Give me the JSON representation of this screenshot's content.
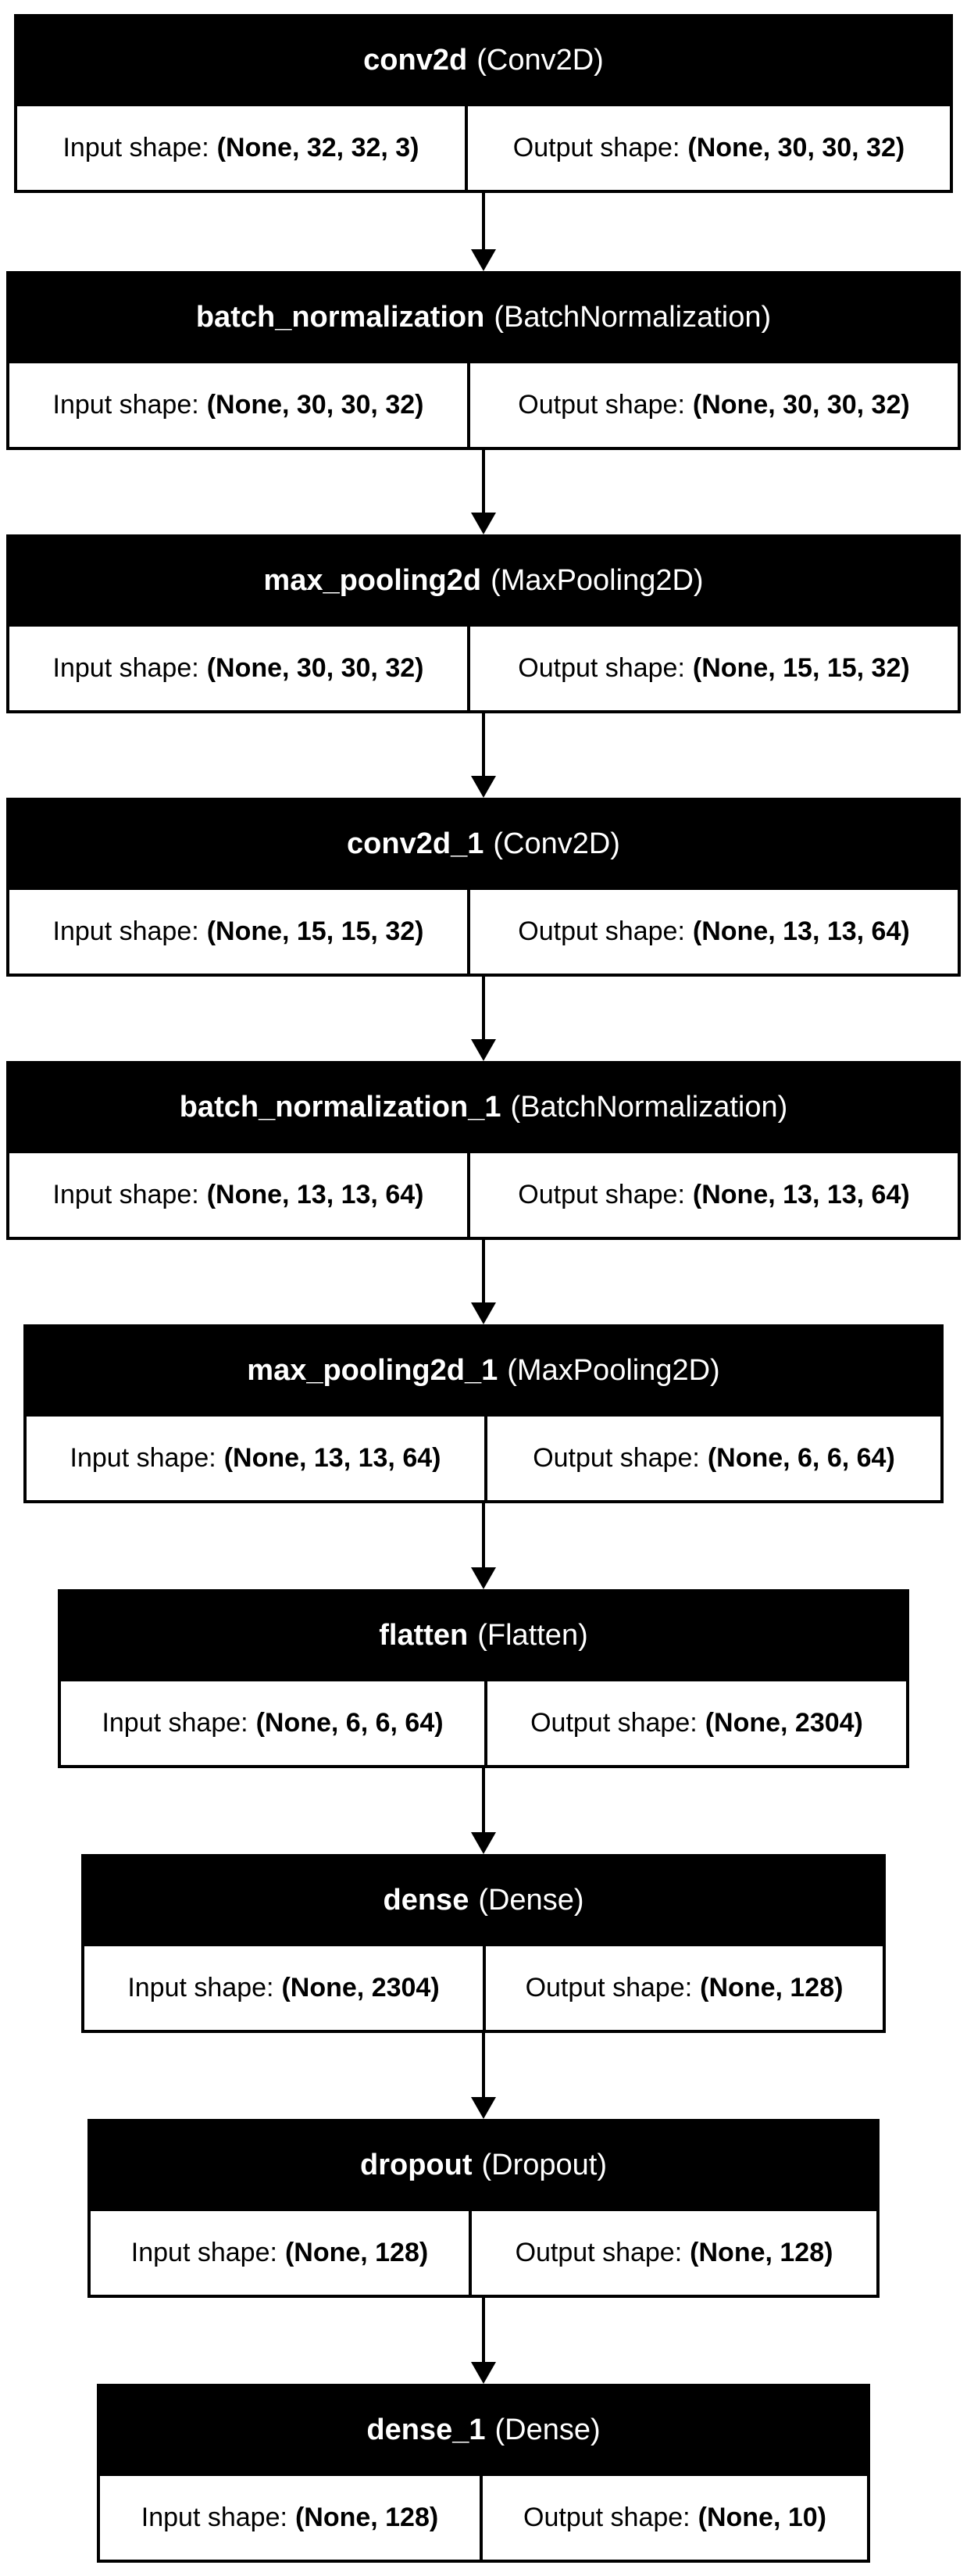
{
  "diagram": {
    "input_label": "Input shape:",
    "output_label": "Output shape:",
    "layers": [
      {
        "name": "conv2d",
        "type": "(Conv2D)",
        "input_shape": "(None, 32, 32, 3)",
        "output_shape": "(None, 30, 30, 32)"
      },
      {
        "name": "batch_normalization",
        "type": "(BatchNormalization)",
        "input_shape": "(None, 30, 30, 32)",
        "output_shape": "(None, 30, 30, 32)"
      },
      {
        "name": "max_pooling2d",
        "type": "(MaxPooling2D)",
        "input_shape": "(None, 30, 30, 32)",
        "output_shape": "(None, 15, 15, 32)"
      },
      {
        "name": "conv2d_1",
        "type": "(Conv2D)",
        "input_shape": "(None, 15, 15, 32)",
        "output_shape": "(None, 13, 13, 64)"
      },
      {
        "name": "batch_normalization_1",
        "type": "(BatchNormalization)",
        "input_shape": "(None, 13, 13, 64)",
        "output_shape": "(None, 13, 13, 64)"
      },
      {
        "name": "max_pooling2d_1",
        "type": "(MaxPooling2D)",
        "input_shape": "(None, 13, 13, 64)",
        "output_shape": "(None, 6, 6, 64)"
      },
      {
        "name": "flatten",
        "type": "(Flatten)",
        "input_shape": "(None, 6, 6, 64)",
        "output_shape": "(None, 2304)"
      },
      {
        "name": "dense",
        "type": "(Dense)",
        "input_shape": "(None, 2304)",
        "output_shape": "(None, 128)"
      },
      {
        "name": "dropout",
        "type": "(Dropout)",
        "input_shape": "(None, 128)",
        "output_shape": "(None, 128)"
      },
      {
        "name": "dense_1",
        "type": "(Dense)",
        "input_shape": "(None, 128)",
        "output_shape": "(None, 10)"
      }
    ]
  }
}
